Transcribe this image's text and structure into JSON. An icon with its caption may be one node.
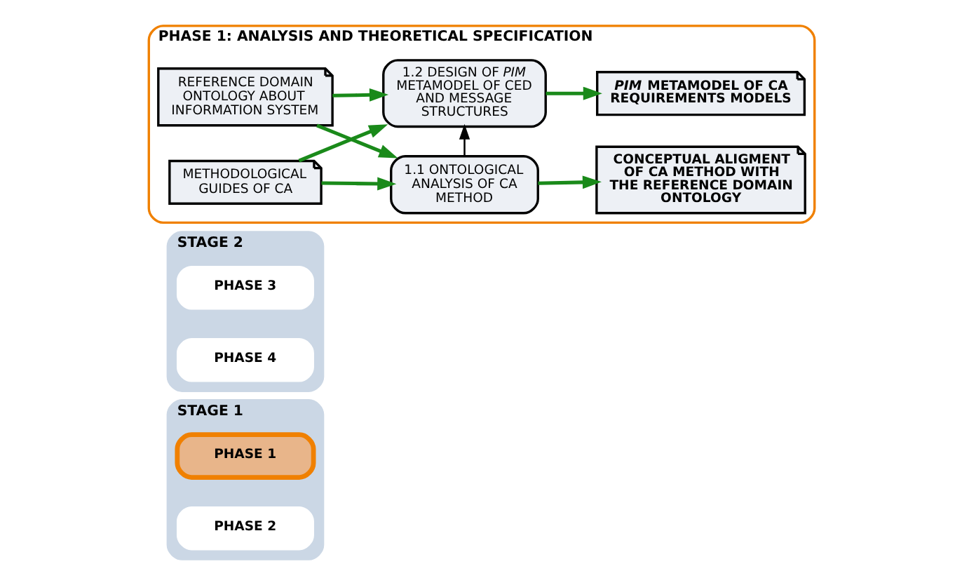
{
  "diagram": {
    "nodes": [
      {
        "text": [
          "STAGE 1"
        ]
      },
      {
        "text": [
          "PHASE 1"
        ],
        "in": 0
      },
      {
        "text": [
          "PHASE 2"
        ],
        "in": 0
      },
      {
        "text": [
          "STAGE 2"
        ]
      },
      {
        "text": [
          "PHASE 3"
        ],
        "in": 3
      },
      {
        "text": [
          "PHASE 4"
        ],
        "in": 3
      },
      {
        "text": [
          "PHASE 1: ANALYSIS AND THEORETICAL SPECIFICATION"
        ]
      },
      {
        "text": [
          "REFERENCE DOMAIN ONTOLOGY ABOUT INFORMATION SYSTEM"
        ],
        "in": 6
      },
      {
        "text": [
          "METHODOLOGICAL GUIDES OF CA"
        ],
        "in": 6
      },
      {
        "text": [
          "1.1 ONTOLOGICAL ANALYSIS OF CA METHOD"
        ],
        "in": 6
      },
      {
        "text": [
          "1.2 DESIGN OF *PIM* METAMODEL OF CED AND MESSAGE STRUCTURES"
        ],
        "in": 6
      },
      {
        "text": [
          "CONCEPTUAL ALIGMENT OF CA METHOD WITH THE REFERENCE DOMAIN ONTOLOGY"
        ],
        "in": 6
      },
      {
        "text": [
          "*PIM* METAMODEL OF CA REQUIREMENTS MODELS"
        ],
        "in": 6
      }
    ],
    "edges": [
      {
        "from": 7,
        "to": 9,
        "arrow": "to"
      },
      {
        "from": 7,
        "to": 10,
        "arrow": "to"
      },
      {
        "from": 8,
        "to": 9,
        "arrow": "to"
      },
      {
        "from": 8,
        "to": 10,
        "arrow": "to"
      },
      {
        "from": 9,
        "to": 10,
        "arrow": "to",
        "color": "#000000"
      },
      {
        "from": 9,
        "to": 11,
        "arrow": "to"
      },
      {
        "from": 10,
        "to": 12,
        "arrow": "to"
      }
    ]
  }
}
